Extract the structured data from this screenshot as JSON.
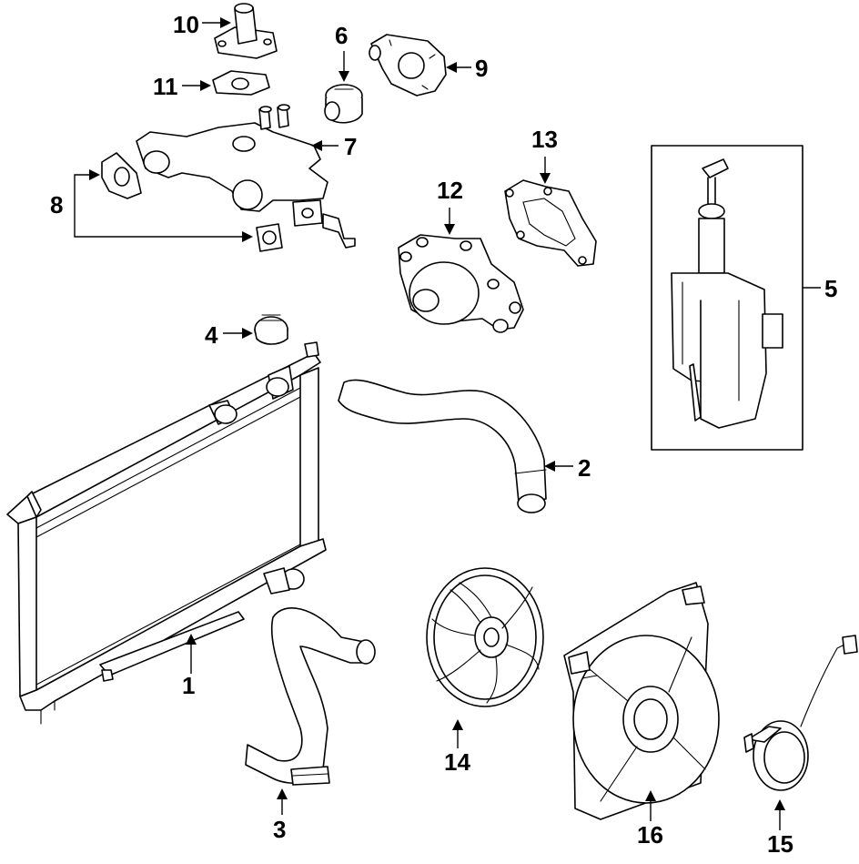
{
  "parts": [
    {
      "id": "radiator",
      "number": "1"
    },
    {
      "id": "upper-hose",
      "number": "2"
    },
    {
      "id": "lower-hose",
      "number": "3"
    },
    {
      "id": "radiator-cap",
      "number": "4"
    },
    {
      "id": "reservoir",
      "number": "5"
    },
    {
      "id": "thermostat",
      "number": "6"
    },
    {
      "id": "thermostat-housing",
      "number": "7"
    },
    {
      "id": "gasket",
      "number": "8"
    },
    {
      "id": "thermostat-cover",
      "number": "9"
    },
    {
      "id": "water-outlet",
      "number": "10"
    },
    {
      "id": "outlet-gasket",
      "number": "11"
    },
    {
      "id": "water-pump",
      "number": "12"
    },
    {
      "id": "pump-gasket",
      "number": "13"
    },
    {
      "id": "fan-blade",
      "number": "14"
    },
    {
      "id": "fan-motor",
      "number": "15"
    },
    {
      "id": "fan-shroud",
      "number": "16"
    }
  ]
}
